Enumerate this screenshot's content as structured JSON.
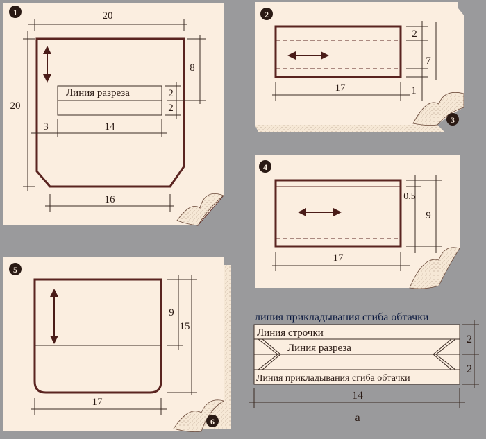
{
  "colors": {
    "background": "#9a9a9c",
    "paper": "#fbeee0",
    "paper_speckle": "#efdfcc",
    "outline": "#5a2420",
    "dim_line": "#3a2a22",
    "text": "#2a1a14"
  },
  "panels": [
    {
      "id": "1",
      "number": "1",
      "dims": {
        "width": "20",
        "height": "20",
        "side": "8",
        "strip_top": "2",
        "strip_bottom": "2",
        "offset": "3",
        "strip_length": "14",
        "bottom": "16"
      },
      "labels": {
        "cut_line": "Линия разреза"
      },
      "icons": [
        "grain-arrow-vertical-icon"
      ]
    },
    {
      "id": "2",
      "number": "2",
      "dims": {
        "top": "2",
        "side": "7",
        "bottom_small": "1",
        "length": "17"
      },
      "icons": [
        "grain-arrow-horizontal-icon"
      ],
      "badge": "3"
    },
    {
      "id": "4",
      "number": "4",
      "dims": {
        "top": "0.5",
        "side": "9",
        "length": "17"
      },
      "icons": [
        "grain-arrow-horizontal-icon"
      ]
    },
    {
      "id": "5",
      "number": "5",
      "dims": {
        "upper": "9",
        "full": "15",
        "width": "17"
      },
      "icons": [
        "grain-arrow-vertical-icon"
      ],
      "badge": "6"
    }
  ],
  "detail_a": {
    "title": "линия прикладывания сгиба обтачки",
    "stitch_line": "Линия строчки",
    "cut_line": "Линия разреза",
    "fold_line_bottom": "Линия прикладывания сгиба обтачки",
    "dim_top": "2",
    "dim_bottom": "2",
    "dim_length": "14",
    "caption": "а"
  }
}
